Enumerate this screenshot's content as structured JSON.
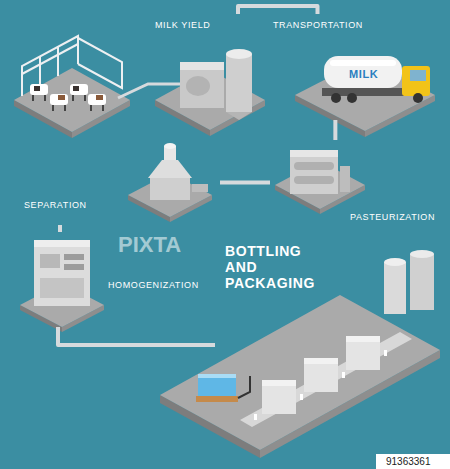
{
  "diagram": {
    "nodes": [
      {
        "text": [
          "MILK YIELD"
        ]
      },
      {
        "text": [
          "TRANSPORTATION",
          "MILK"
        ]
      },
      {
        "text": [
          "PASTEURIZATION"
        ]
      },
      {
        "text": [
          "SEPARATION"
        ]
      },
      {
        "text": [
          "HOMOGENIZATION"
        ]
      },
      {
        "text": [
          "BOTTLING AND PACKAGING"
        ]
      }
    ],
    "edges": [
      {
        "from": 0,
        "to": 1,
        "arrow": "none"
      },
      {
        "from": 1,
        "to": 2,
        "arrow": "none"
      },
      {
        "from": 2,
        "to": 3,
        "arrow": "none"
      },
      {
        "from": 3,
        "to": 4,
        "arrow": "none"
      },
      {
        "from": 4,
        "to": 5,
        "arrow": "none"
      }
    ],
    "labels": [
      "PIXTA",
      "91363361"
    ]
  }
}
